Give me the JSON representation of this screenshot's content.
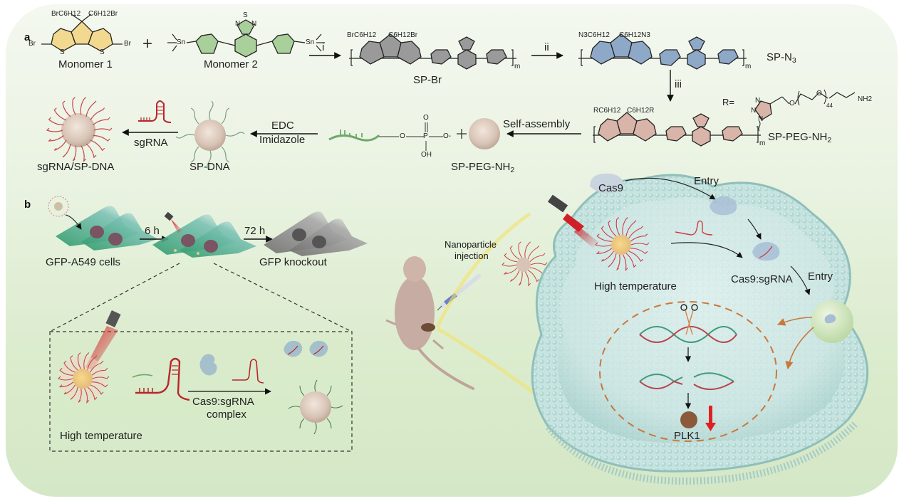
{
  "figure": {
    "panel_a_letter": "a",
    "panel_b_letter": "b",
    "colors": {
      "background": "#e3efd8",
      "monomer1_fill": "#f3d98f",
      "monomer2_fill": "#a9cf9a",
      "sp_br_fill": "#9a9a9a",
      "sp_n3_fill": "#8ea9c8",
      "sp_peg_fill": "#d9b4a8",
      "sgrna_red": "#b8262c",
      "dna_green": "#6fa86a",
      "membrane": "#b9dcd8",
      "nucleus_dash": "#c9783a",
      "laser_red": "#d11f26",
      "arrow_down_red": "#e02020"
    }
  },
  "panel_a": {
    "monomer1": {
      "substituent_left": "BrC6H12",
      "substituent_right": "C6H12Br",
      "end_left": "Br",
      "end_right": "Br",
      "ring_atoms": [
        "S",
        "S"
      ],
      "label": "Monomer 1"
    },
    "plus_sign": "+",
    "monomer2": {
      "end_group": "Sn",
      "bridge_atoms": [
        "N",
        "S",
        "N"
      ],
      "label": "Monomer 2"
    },
    "step_i": "i",
    "sp_br": {
      "substituent_left": "BrC6H12",
      "substituent_right": "C6H12Br",
      "repeat": "m",
      "label": "SP-Br"
    },
    "step_ii": "ii",
    "sp_n3": {
      "substituent_left": "N3C6H12",
      "substituent_right": "C6H12N3",
      "repeat": "m",
      "label_main": "SP-N",
      "label_sub": "3"
    },
    "step_iii": "iii",
    "r_group": {
      "prefix": "R=",
      "ring_atoms": [
        "N",
        "N",
        "N"
      ],
      "oxygen": "O",
      "repeat": "44",
      "terminal": "NH2"
    },
    "sp_peg": {
      "substituent_left": "RC6H12",
      "substituent_right": "C6H12R",
      "repeat": "m",
      "label_main": "SP-PEG-NH",
      "label_sub": "2"
    },
    "self_assembly_label": "Self-assembly",
    "nanoparticle_label_main": "SP-PEG-NH",
    "nanoparticle_label_sub": "2",
    "phosphate": {
      "o_top": "O",
      "p": "P",
      "o_left": "O",
      "o_right": "O-",
      "oh": "OH"
    },
    "edc_label": "EDC",
    "imidazole_label": "Imidazole",
    "sp_dna_label": "SP-DNA",
    "sgrna_label": "sgRNA",
    "complex_label": "sgRNA/SP-DNA"
  },
  "panel_b": {
    "cells_label": "GFP-A549 cells",
    "time_1": "6 h",
    "time_2": "72 h",
    "knockout_label": "GFP knockout",
    "inset": {
      "high_temp_label": "High temperature",
      "complex_line1": "Cas9:sgRNA",
      "complex_line2": "complex"
    },
    "injection_line1": "Nanoparticle",
    "injection_line2": "injection",
    "cell_view": {
      "cas9_label": "Cas9",
      "entry_label_1": "Entry",
      "high_temp_label": "High temperature",
      "cas9_sgrna_label": "Cas9:sgRNA",
      "entry_label_2": "Entry",
      "target_gene_label": "PLK1"
    }
  }
}
